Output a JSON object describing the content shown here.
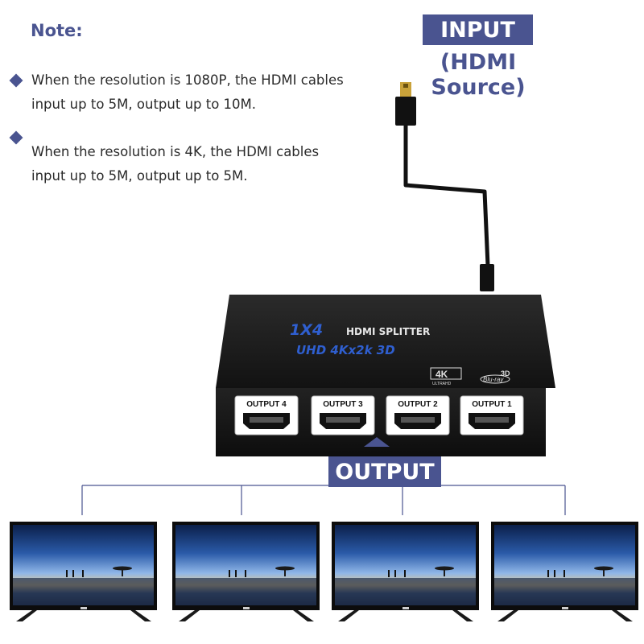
{
  "note": {
    "title": "Note:",
    "items": [
      {
        "line1": "When the resolution is 1080P, the HDMI cables",
        "line2": "input up to 5M, output up to 10M."
      },
      {
        "line1": "When the resolution is 4K, the HDMI cables",
        "line2": "input up to 5M, output up to 5M."
      }
    ]
  },
  "input": {
    "label": "INPUT",
    "sub": "(HDMI Source)"
  },
  "output": {
    "label": "OUTPUT"
  },
  "device": {
    "model": "1X4",
    "name": "HDMI SPLITTER",
    "tagline": "UHD 4Kx2k 3D",
    "badge_4k": "4K",
    "badge_4k_sub": "ULTRAHD",
    "badge_3d": "3D",
    "badge_bluray": "Blu-ray",
    "ports": [
      "OUTPUT 4",
      "OUTPUT 3",
      "OUTPUT 2",
      "OUTPUT 1"
    ]
  },
  "colors": {
    "accent": "#4a5490",
    "device": "#1a1a1a",
    "blue_text": "#2f5fd0"
  },
  "icons": [
    "diamond-bullet-icon",
    "hdmi-cable-icon",
    "hdmi-port-icon",
    "tv-icon",
    "arrow-up-icon"
  ]
}
